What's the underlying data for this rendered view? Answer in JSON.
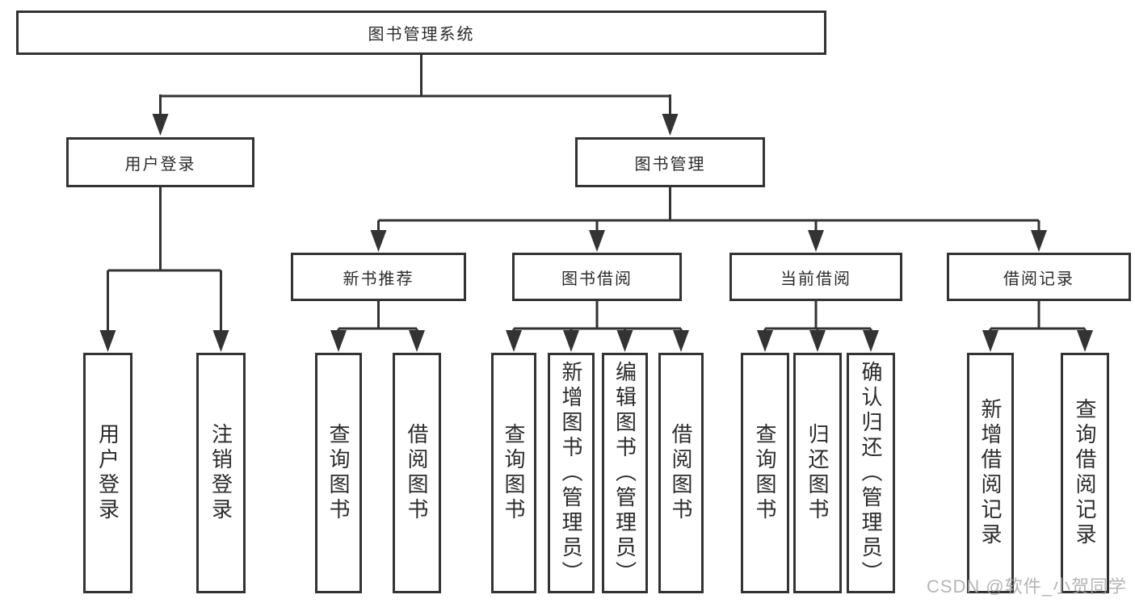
{
  "diagram": {
    "root": "图书管理系统",
    "branches": [
      {
        "label": "用户登录",
        "children": [
          {
            "label": "用户登录"
          },
          {
            "label": "注销登录"
          }
        ]
      },
      {
        "label": "图书管理",
        "modules": [
          {
            "label": "新书推荐",
            "children": [
              {
                "label": "查询图书"
              },
              {
                "label": "借阅图书"
              }
            ]
          },
          {
            "label": "图书借阅",
            "children": [
              {
                "label": "查询图书"
              },
              {
                "label": "新增图书（管理员）"
              },
              {
                "label": "编辑图书（管理员）"
              },
              {
                "label": "借阅图书"
              }
            ]
          },
          {
            "label": "当前借阅",
            "children": [
              {
                "label": "查询图书"
              },
              {
                "label": "归还图书"
              },
              {
                "label": "确认归还（管理员）"
              }
            ]
          },
          {
            "label": "借阅记录",
            "children": [
              {
                "label": "新增借阅记录"
              },
              {
                "label": "查询借阅记录"
              }
            ]
          }
        ]
      }
    ]
  },
  "watermark": {
    "text": "CSDN @软件_小贺同学"
  },
  "colors": {
    "line": "#333333",
    "text": "#2b2b2b",
    "box_background": "#ffffff",
    "watermark": "#a8a8a8",
    "page_background": "#ffffff"
  }
}
